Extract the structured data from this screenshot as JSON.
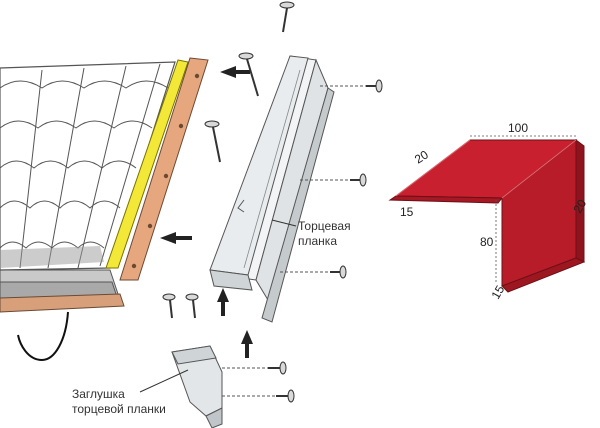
{
  "labels": {
    "end_strip_line1": "Торцевая",
    "end_strip_line2": "планка",
    "end_cap_line1": "Заглушка",
    "end_cap_line2": "торцевой планки"
  },
  "dimensions": {
    "top": "100",
    "left_top": "20",
    "left_hem": "15",
    "height": "80",
    "right_flange": "20",
    "bottom_hem": "15"
  },
  "colors": {
    "roof_tile": "#ffffff",
    "roof_base": "#c9c9c9",
    "fascia_board": "#e7a77e",
    "seal_strip": "#f3e838",
    "metal": "#e9ecee",
    "profile_red": "#c8202e",
    "arrow": "#222222"
  },
  "icons": {
    "screw": "screw-icon",
    "arrow": "arrow-icon"
  }
}
